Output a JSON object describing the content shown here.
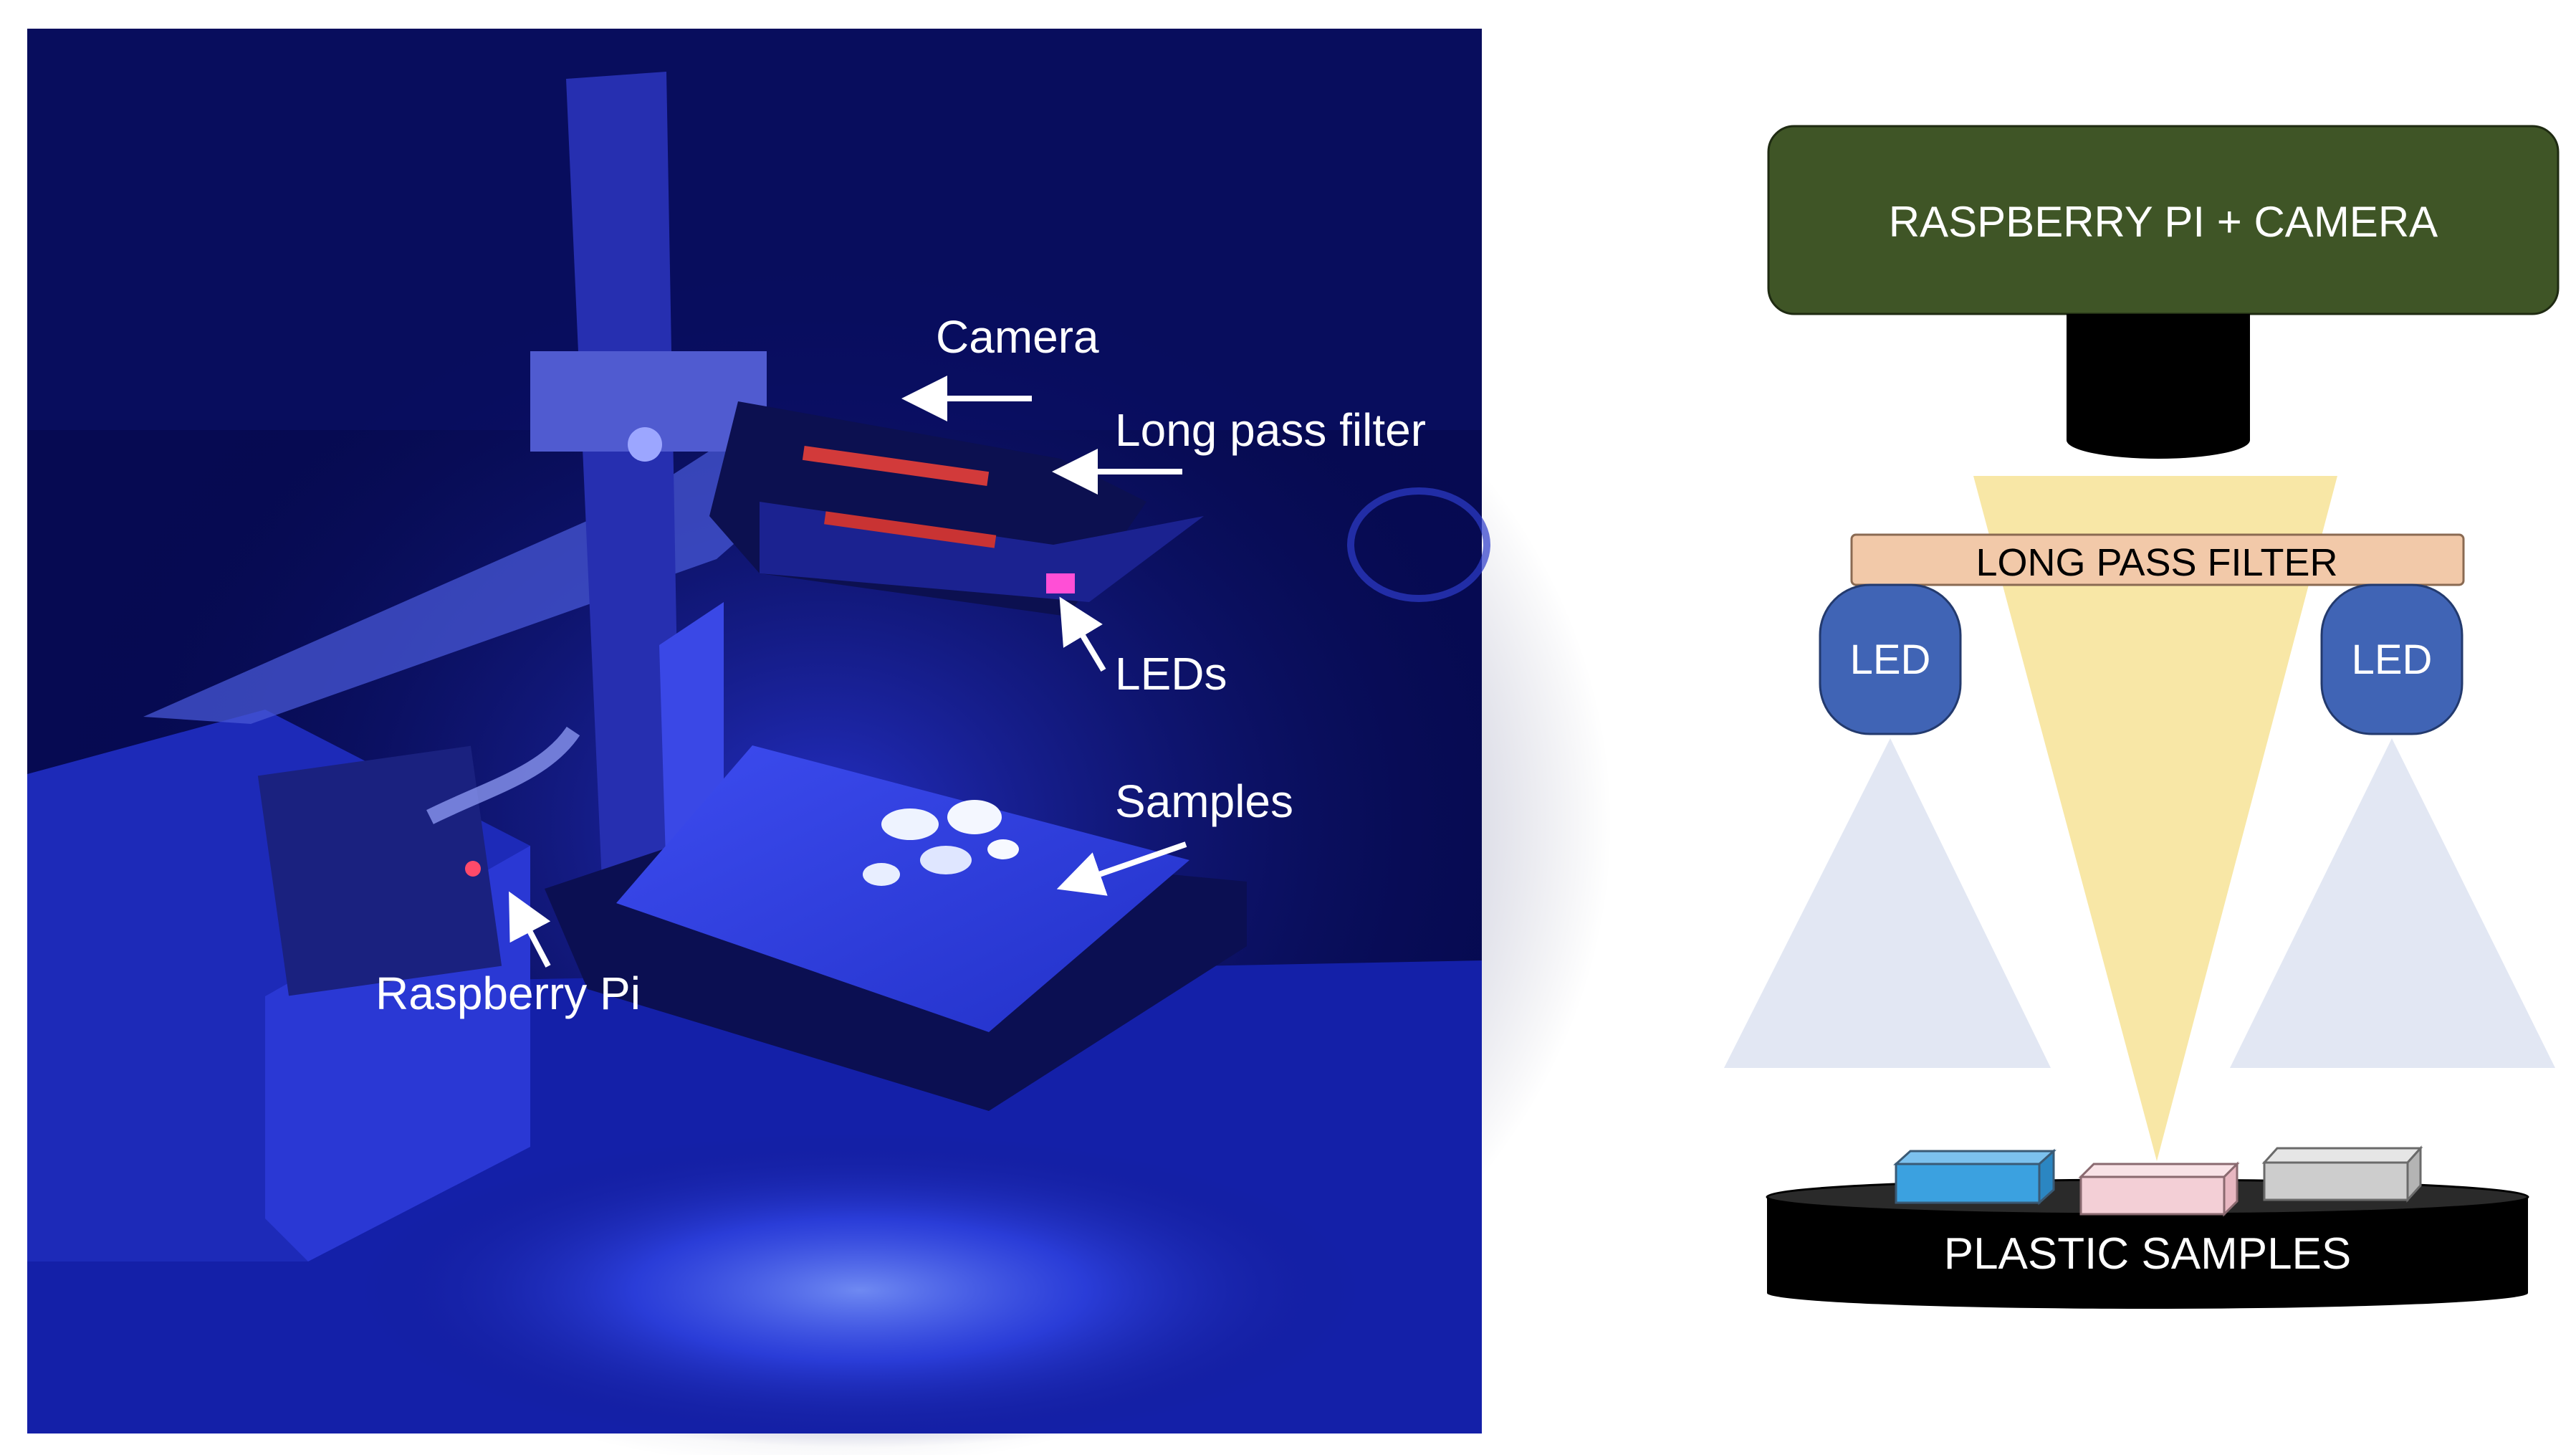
{
  "photo": {
    "labels": {
      "camera": "Camera",
      "long_pass_filter": "Long pass filter",
      "leds": "LEDs",
      "samples": "Samples",
      "raspberry_pi": "Raspberry Pi"
    }
  },
  "schematic": {
    "pi_camera_box": "RASPBERRY PI + CAMERA",
    "filter_bar": "LONG PASS FILTER",
    "led_left": "LED",
    "led_right": "LED",
    "samples_platform": "PLASTIC SAMPLES"
  },
  "colors": {
    "photo_background": "#060a52",
    "uv_blue": "#1f2fd8",
    "pi_box": "#3f5526",
    "filter_bar": "#f2c9a9",
    "led": "#4064b5",
    "led_light_cone": "#e2e7f3",
    "camera_view_cone": "#f8e7a6",
    "sample_blue": "#3ba1e0",
    "sample_pink": "#f3cfd6",
    "sample_grey": "#cdcdcd",
    "platform": "#000000"
  }
}
